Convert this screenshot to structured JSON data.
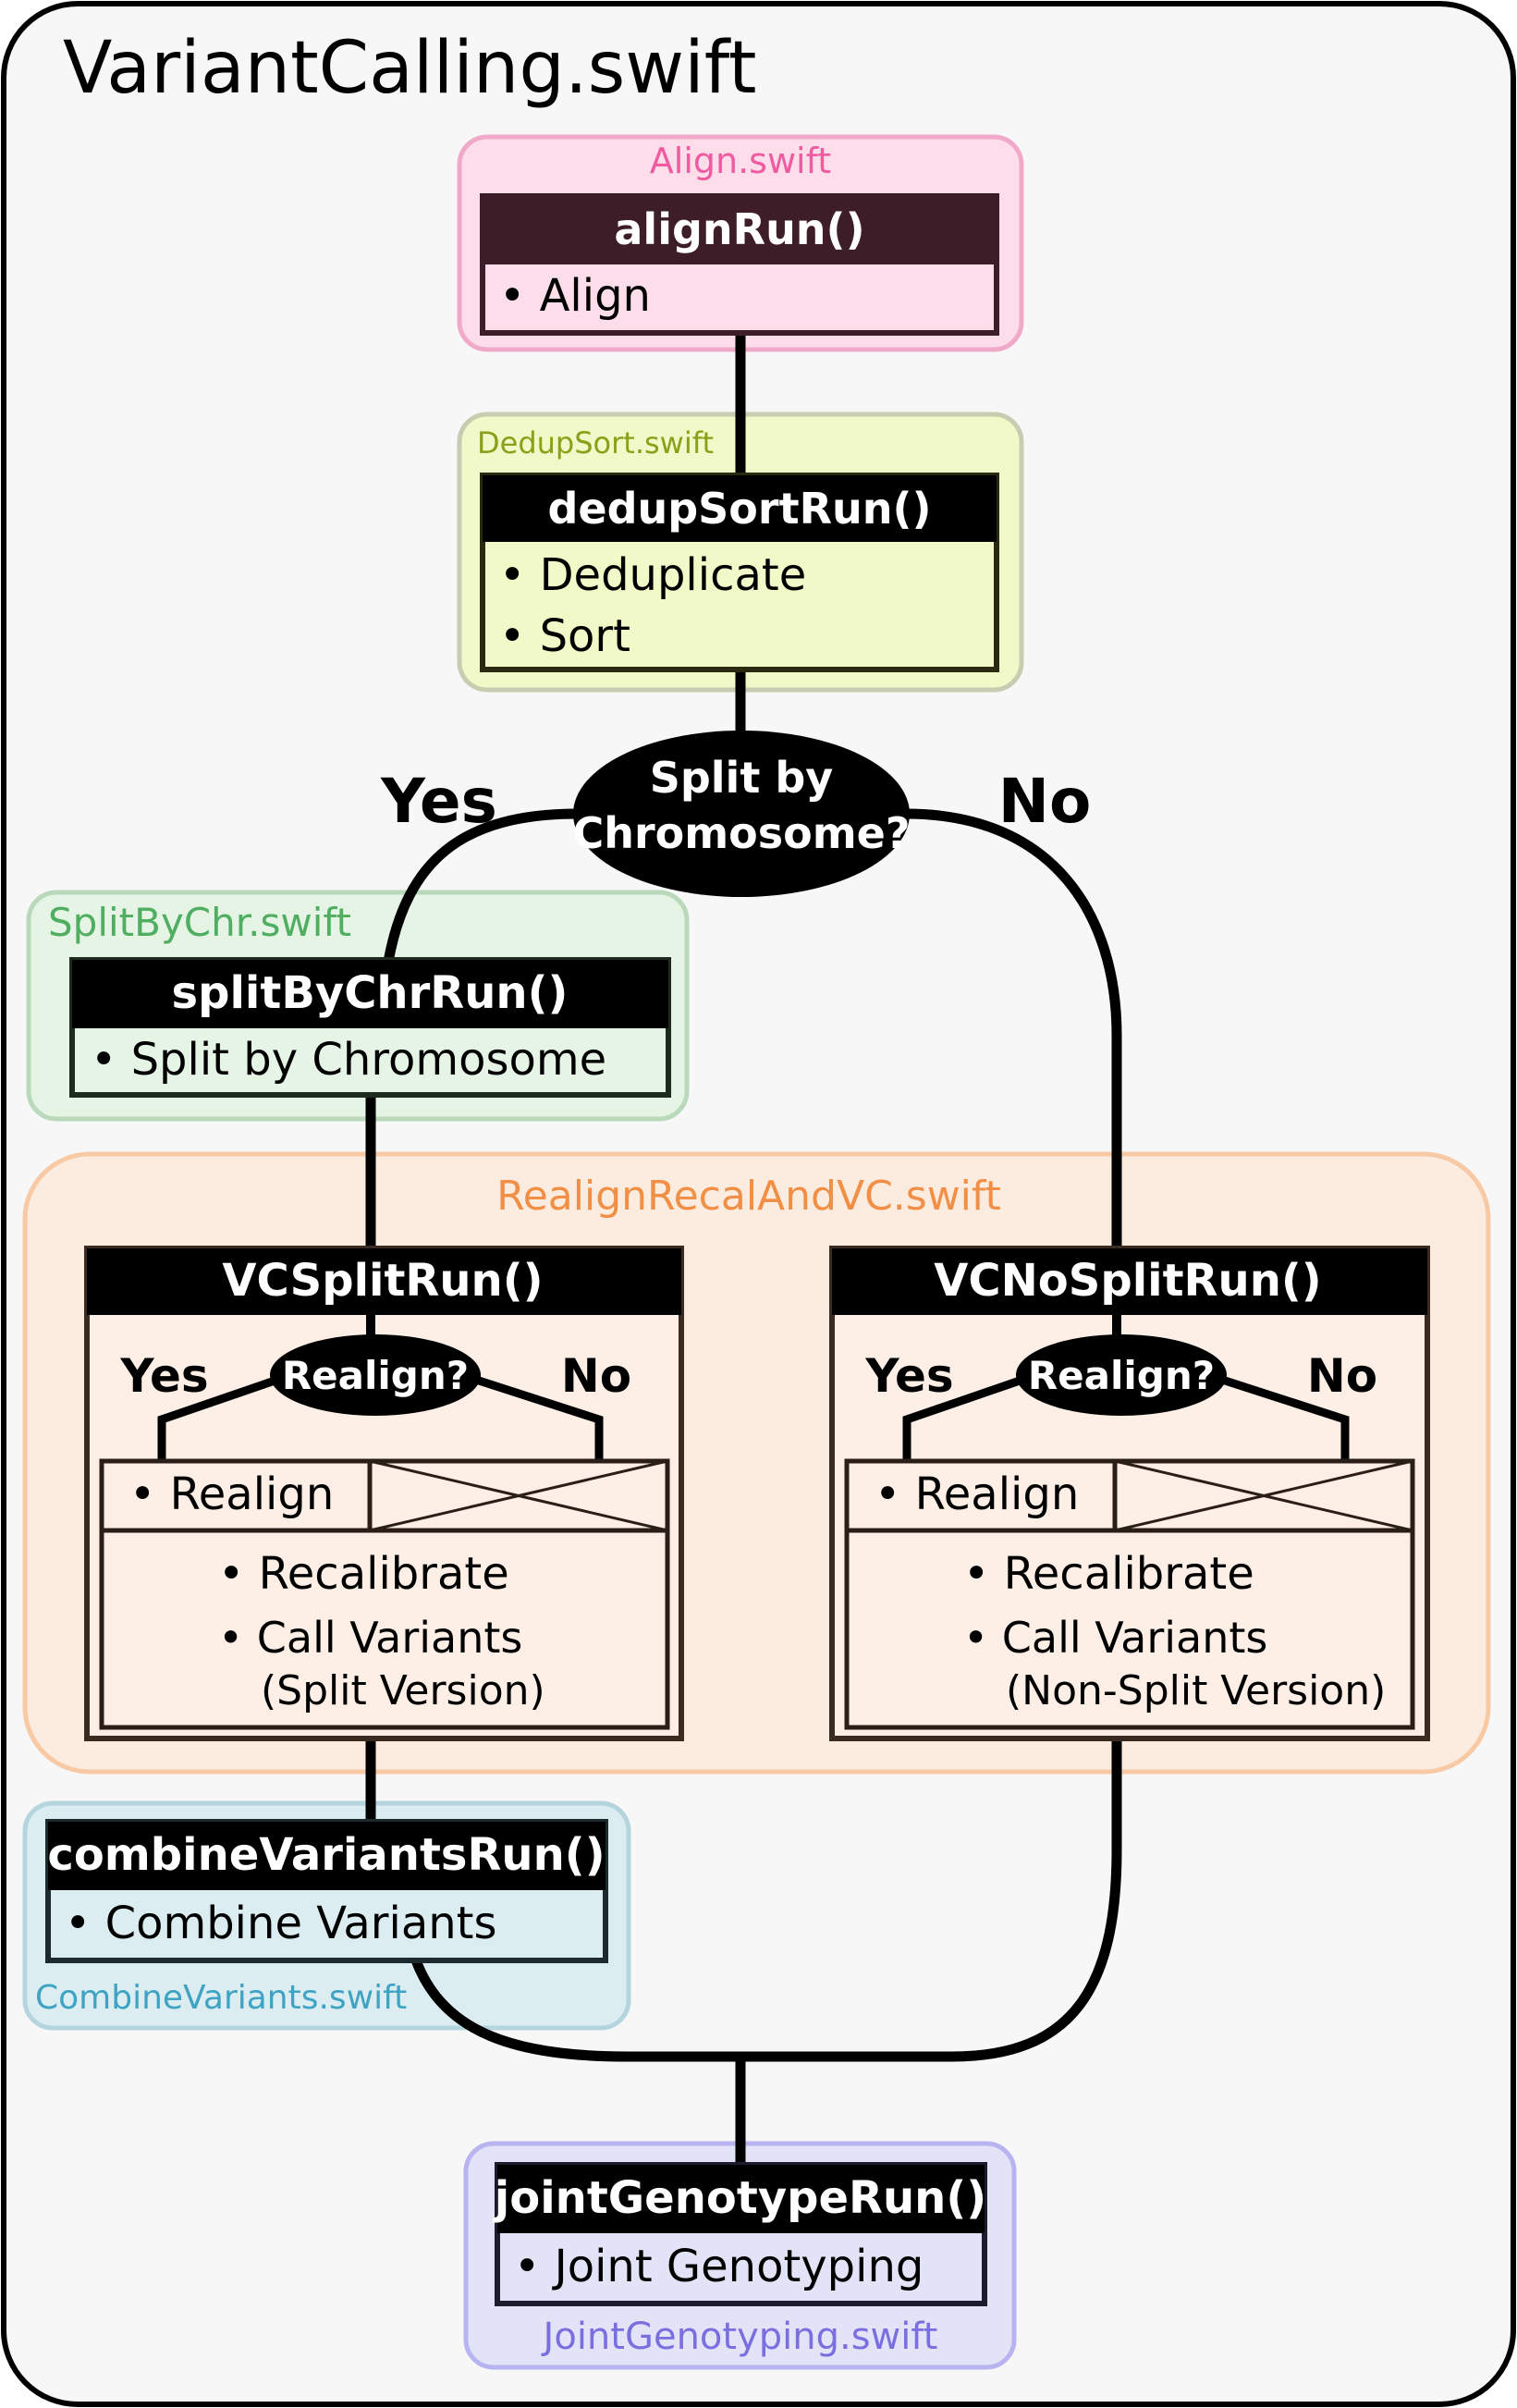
{
  "title": "VariantCalling.swift",
  "colors": {
    "align": "#e0559a",
    "dedup": "#8aa018",
    "split": "#4fae60",
    "realign": "#f08f45",
    "combine": "#3fa3c4",
    "joint": "#7b6fe0"
  },
  "align": {
    "file": "Align.swift",
    "func": "alignRun()",
    "items": [
      "• Align"
    ]
  },
  "dedup": {
    "file": "DedupSort.swift",
    "func": "dedupSortRun()",
    "items": [
      "• Deduplicate",
      "• Sort"
    ]
  },
  "decision": {
    "line1": "Split by",
    "line2": "Chromosome?",
    "yes": "Yes",
    "no": "No"
  },
  "split": {
    "file": "SplitByChr.swift",
    "func": "splitByChrRun()",
    "items": [
      "• Split by Chromosome"
    ]
  },
  "realign": {
    "file": "RealignRecalAndVC.swift",
    "left": {
      "func": "VCSplitRun()",
      "question": "Realign?",
      "yes": "Yes",
      "no": "No",
      "realign": "• Realign",
      "items": [
        "• Recalibrate",
        "• Call Variants",
        "(Split Version)"
      ]
    },
    "right": {
      "func": "VCNoSplitRun()",
      "question": "Realign?",
      "yes": "Yes",
      "no": "No",
      "realign": "• Realign",
      "items": [
        "• Recalibrate",
        "• Call Variants",
        "(Non-Split Version)"
      ]
    }
  },
  "combine": {
    "file": "CombineVariants.swift",
    "func": "combineVariantsRun()",
    "items": [
      "• Combine Variants"
    ]
  },
  "joint": {
    "file": "JointGenotyping.swift",
    "func": "jointGenotypeRun()",
    "items": [
      "• Joint Genotyping"
    ]
  }
}
